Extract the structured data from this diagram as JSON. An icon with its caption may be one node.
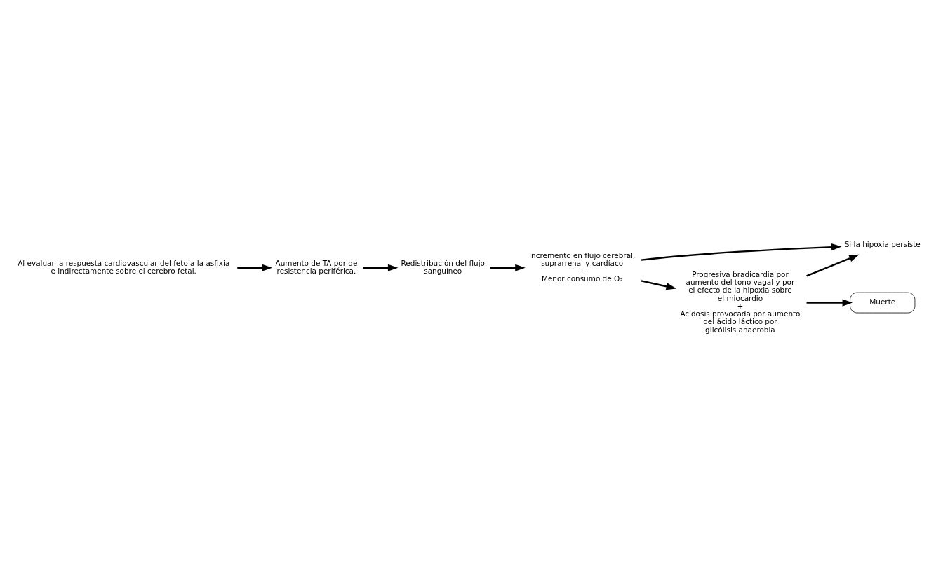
{
  "diagram": {
    "nodes": [
      {
        "text": [
          "Al evaluar la respuesta cardiovascular del feto a la asfixia e indirectamente sobre el cerebro fetal."
        ]
      },
      {
        "text": [
          "Aumento de TA por de resistencia periférica."
        ]
      },
      {
        "text": [
          "Redistribución del flujo sanguíneo"
        ]
      },
      {
        "text": [
          "Incremento en flujo cerebral, suprarrenal y cardíaco",
          "+",
          "Menor consumo de O₂"
        ]
      },
      {
        "text": [
          "Si la hipoxia persiste"
        ]
      },
      {
        "text": [
          "Progresiva bradicardia por aumento del tono vagal y por el efecto de la hipoxia sobre el miocardio",
          "+",
          "Acidosis provocada por aumento del ácido láctico por glicólisis anaerobia"
        ]
      },
      {
        "text": [
          "Muerte"
        ]
      }
    ],
    "edges": [
      {
        "from": 0,
        "to": 1,
        "arrow": "to"
      },
      {
        "from": 1,
        "to": 2,
        "arrow": "to"
      },
      {
        "from": 2,
        "to": 3,
        "arrow": "to"
      },
      {
        "from": 3,
        "to": 5,
        "arrow": "to"
      },
      {
        "from": 5,
        "to": 4,
        "arrow": "to"
      },
      {
        "from": 3,
        "to": 4,
        "arrow": "to"
      },
      {
        "from": 5,
        "to": 6,
        "arrow": "to"
      }
    ]
  }
}
